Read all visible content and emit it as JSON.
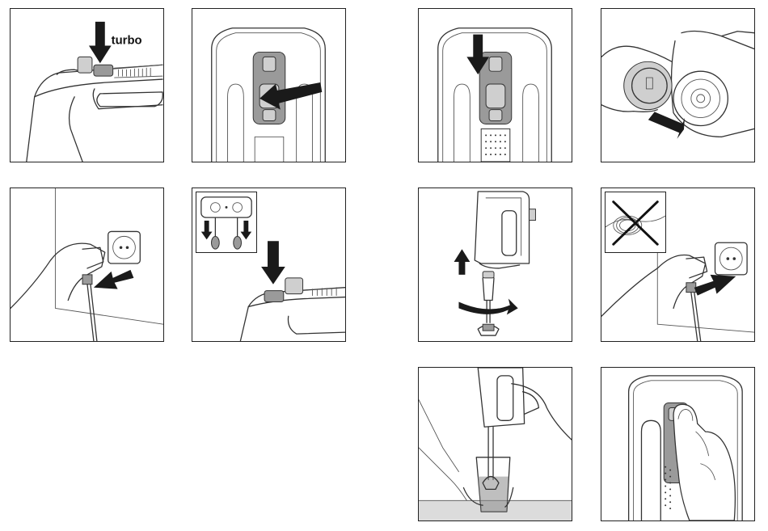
{
  "page": {
    "labels": {
      "turbo": "turbo"
    },
    "figures": [
      {
        "id": "turbo-button-press",
        "description_icon": "turbo-button-icon"
      },
      {
        "id": "release-shaft-button",
        "description_icon": "release-button-icon"
      },
      {
        "id": "slide-speed-selector",
        "description_icon": "slider-icon"
      },
      {
        "id": "twist-attachment",
        "description_icon": "attachment-icon"
      },
      {
        "id": "unplug-power",
        "description_icon": "plug-icon"
      },
      {
        "id": "eject-beaters",
        "description_icon": "beater-icon"
      },
      {
        "id": "insert-blender-shaft",
        "description_icon": "blender-shaft-icon"
      },
      {
        "id": "plug-in-power",
        "description_icon": "plug-icon"
      },
      {
        "id": "blend-in-beaker",
        "description_icon": "beaker-icon"
      },
      {
        "id": "press-speed-button",
        "description_icon": "thumb-press-icon"
      }
    ]
  }
}
